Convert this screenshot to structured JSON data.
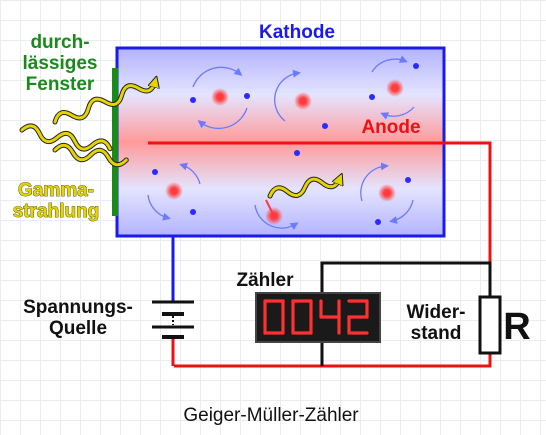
{
  "labels": {
    "window_line1": "durch-",
    "window_line2": "lässiges",
    "window_line3": "Fenster",
    "gamma_line1": "Gamma-",
    "gamma_line2": "strahlung",
    "cathode": "Kathode",
    "anode": "Anode",
    "counter": "Zähler",
    "counter_value": "0042",
    "voltage_line1": "Spannungs-",
    "voltage_line2": "Quelle",
    "resistor_line1": "Wider-",
    "resistor_line2": "stand",
    "resistor_symbol": "R",
    "caption": "Geiger-Müller-Zähler"
  },
  "colors": {
    "cathode": "#1a1aee",
    "anode": "#ee1111",
    "window": "#1a8a1a",
    "gamma": "#e6d400",
    "wire_black": "#111111",
    "display_digits": "#ff3030",
    "display_background": "#1a1a1a"
  }
}
